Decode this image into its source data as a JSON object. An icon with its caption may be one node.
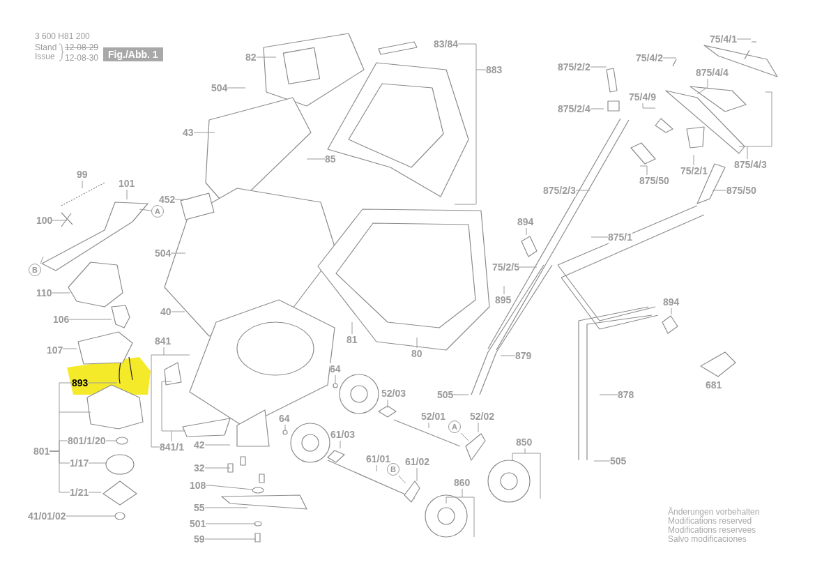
{
  "diagram": {
    "nodes": [
      {
        "text": [
          "82"
        ]
      },
      {
        "text": [
          "83/84"
        ]
      },
      {
        "text": [
          "883"
        ]
      },
      {
        "text": [
          "504"
        ]
      },
      {
        "text": [
          "43"
        ]
      },
      {
        "text": [
          "85"
        ]
      },
      {
        "text": [
          "99"
        ]
      },
      {
        "text": [
          "101"
        ]
      },
      {
        "text": [
          "100"
        ]
      },
      {
        "text": [
          "A"
        ]
      },
      {
        "text": [
          "452"
        ]
      },
      {
        "text": [
          "504"
        ]
      },
      {
        "text": [
          "B"
        ]
      },
      {
        "text": [
          "110"
        ]
      },
      {
        "text": [
          "106"
        ]
      },
      {
        "text": [
          "107"
        ]
      },
      {
        "text": [
          "40"
        ]
      },
      {
        "text": [
          "841"
        ]
      },
      {
        "text": [
          "841/1"
        ]
      },
      {
        "text": [
          "893"
        ]
      },
      {
        "text": [
          "81"
        ]
      },
      {
        "text": [
          "80"
        ]
      },
      {
        "text": [
          "64"
        ]
      },
      {
        "text": [
          "801"
        ]
      },
      {
        "text": [
          "801/1/20"
        ]
      },
      {
        "text": [
          "1/17"
        ]
      },
      {
        "text": [
          "1/21"
        ]
      },
      {
        "text": [
          "41/01/02"
        ]
      },
      {
        "text": [
          "42"
        ]
      },
      {
        "text": [
          "32"
        ]
      },
      {
        "text": [
          "108"
        ]
      },
      {
        "text": [
          "55"
        ]
      },
      {
        "text": [
          "501"
        ]
      },
      {
        "text": [
          "59"
        ]
      },
      {
        "text": [
          "64"
        ]
      },
      {
        "text": [
          "52/03"
        ]
      },
      {
        "text": [
          "61/03"
        ]
      },
      {
        "text": [
          "52/01"
        ]
      },
      {
        "text": [
          "52/02"
        ]
      },
      {
        "text": [
          "A"
        ]
      },
      {
        "text": [
          "61/01"
        ]
      },
      {
        "text": [
          "B"
        ]
      },
      {
        "text": [
          "61/02"
        ]
      },
      {
        "text": [
          "850"
        ]
      },
      {
        "text": [
          "860"
        ]
      },
      {
        "text": [
          "505"
        ]
      },
      {
        "text": [
          "879"
        ]
      },
      {
        "text": [
          "878"
        ]
      },
      {
        "text": [
          "505"
        ]
      },
      {
        "text": [
          "895"
        ]
      },
      {
        "text": [
          "894"
        ]
      },
      {
        "text": [
          "75/2/5"
        ]
      },
      {
        "text": [
          "894"
        ]
      },
      {
        "text": [
          "875/1"
        ]
      },
      {
        "text": [
          "875/2/3"
        ]
      },
      {
        "text": [
          "875/50"
        ]
      },
      {
        "text": [
          "875/50"
        ]
      },
      {
        "text": [
          "75/2/1"
        ]
      },
      {
        "text": [
          "875/2/2"
        ]
      },
      {
        "text": [
          "875/2/4"
        ]
      },
      {
        "text": [
          "75/4/1"
        ]
      },
      {
        "text": [
          "75/4/2"
        ]
      },
      {
        "text": [
          "875/4/4"
        ]
      },
      {
        "text": [
          "75/4/9"
        ]
      },
      {
        "text": [
          "875/4/3"
        ]
      },
      {
        "text": [],
        "shape": "picture"
      }
    ],
    "edges": [
      {
        "from": 0,
        "to": null,
        "arrow": "none"
      },
      {
        "from": 1,
        "to": null,
        "arrow": "none"
      },
      {
        "from": 2,
        "to": null,
        "arrow": "none"
      },
      {
        "from": 3,
        "to": null,
        "arrow": "none"
      },
      {
        "from": 4,
        "to": null,
        "arrow": "none"
      },
      {
        "from": 5,
        "to": null,
        "arrow": "none"
      },
      {
        "from": 6,
        "to": null,
        "arrow": "none"
      },
      {
        "from": 7,
        "to": null,
        "arrow": "none"
      },
      {
        "from": 8,
        "to": null,
        "arrow": "none"
      },
      {
        "from": 9,
        "to": null,
        "arrow": "none"
      },
      {
        "from": 10,
        "to": null,
        "arrow": "none"
      },
      {
        "from": 11,
        "to": null,
        "arrow": "none"
      },
      {
        "from": 12,
        "to": null,
        "arrow": "none"
      },
      {
        "from": 13,
        "to": null,
        "arrow": "none"
      },
      {
        "from": 14,
        "to": null,
        "arrow": "none"
      },
      {
        "from": 15,
        "to": 65,
        "arrow": "none"
      },
      {
        "from": 16,
        "to": null,
        "arrow": "none"
      },
      {
        "from": 17,
        "to": 18,
        "arrow": "none"
      },
      {
        "from": 18,
        "to": null,
        "arrow": "none"
      },
      {
        "from": 19,
        "to": null,
        "arrow": "none"
      },
      {
        "from": 20,
        "to": null,
        "arrow": "none"
      },
      {
        "from": 21,
        "to": null,
        "arrow": "none"
      },
      {
        "from": 22,
        "to": null,
        "arrow": "none"
      },
      {
        "from": 23,
        "to": 19,
        "arrow": "none"
      },
      {
        "from": 24,
        "to": null,
        "arrow": "none"
      },
      {
        "from": 25,
        "to": null,
        "arrow": "none"
      },
      {
        "from": 26,
        "to": null,
        "arrow": "none"
      },
      {
        "from": 27,
        "to": null,
        "arrow": "none"
      },
      {
        "from": 28,
        "to": null,
        "arrow": "none"
      },
      {
        "from": 29,
        "to": null,
        "arrow": "none"
      },
      {
        "from": 30,
        "to": null,
        "arrow": "none"
      },
      {
        "from": 31,
        "to": null,
        "arrow": "none"
      },
      {
        "from": 32,
        "to": null,
        "arrow": "none"
      },
      {
        "from": 33,
        "to": null,
        "arrow": "none"
      },
      {
        "from": 34,
        "to": null,
        "arrow": "none"
      },
      {
        "from": 35,
        "to": null,
        "arrow": "none"
      },
      {
        "from": 36,
        "to": null,
        "arrow": "none"
      },
      {
        "from": 37,
        "to": null,
        "arrow": "none"
      },
      {
        "from": 38,
        "to": null,
        "arrow": "none"
      },
      {
        "from": 39,
        "to": null,
        "arrow": "none"
      },
      {
        "from": 40,
        "to": null,
        "arrow": "none"
      },
      {
        "from": 41,
        "to": null,
        "arrow": "none"
      },
      {
        "from": 42,
        "to": null,
        "arrow": "none"
      },
      {
        "from": 43,
        "to": null,
        "arrow": "none"
      },
      {
        "from": 44,
        "to": null,
        "arrow": "none"
      },
      {
        "from": 45,
        "to": null,
        "arrow": "none"
      },
      {
        "from": 46,
        "to": null,
        "arrow": "none"
      },
      {
        "from": 47,
        "to": null,
        "arrow": "none"
      },
      {
        "from": 48,
        "to": null,
        "arrow": "none"
      },
      {
        "from": 49,
        "to": null,
        "arrow": "none"
      },
      {
        "from": 50,
        "to": null,
        "arrow": "none"
      },
      {
        "from": 51,
        "to": null,
        "arrow": "none"
      },
      {
        "from": 52,
        "to": null,
        "arrow": "none"
      },
      {
        "from": 53,
        "to": null,
        "arrow": "none"
      },
      {
        "from": 54,
        "to": null,
        "arrow": "none"
      },
      {
        "from": 55,
        "to": null,
        "arrow": "none"
      },
      {
        "from": 56,
        "to": null,
        "arrow": "none"
      },
      {
        "from": 57,
        "to": null,
        "arrow": "none"
      },
      {
        "from": 58,
        "to": null,
        "arrow": "none"
      },
      {
        "from": 59,
        "to": null,
        "arrow": "none"
      },
      {
        "from": 60,
        "to": null,
        "arrow": "none"
      },
      {
        "from": 61,
        "to": null,
        "arrow": "none"
      },
      {
        "from": 62,
        "to": null,
        "arrow": "none"
      },
      {
        "from": 63,
        "to": null,
        "arrow": "none"
      },
      {
        "from": 64,
        "to": null,
        "arrow": "none"
      },
      {
        "from": 23,
        "to": 24,
        "arrow": "none"
      },
      {
        "from": 23,
        "to": 25,
        "arrow": "none"
      },
      {
        "from": 23,
        "to": 26,
        "arrow": "none"
      }
    ],
    "labels": [
      "3 600 H81 200",
      "Stand",
      "Issue",
      "12-08-29",
      "12-08-30",
      "Fig./Abb. 1",
      "681",
      "Änderungen vorbehalten",
      "Modifications reserved",
      "Modifications reservees",
      "Salvo modificaciones"
    ]
  }
}
